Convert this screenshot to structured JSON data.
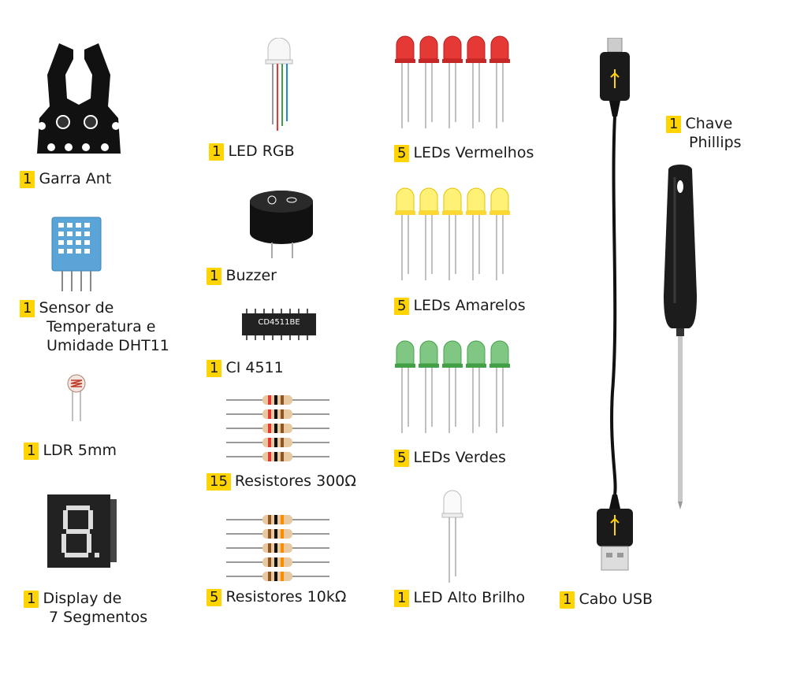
{
  "items": [
    {
      "qty": "1",
      "name": "Garra Ant"
    },
    {
      "qty": "1",
      "line1": "Sensor de",
      "line2": "Temperatura e",
      "line3": "Umidade DHT11"
    },
    {
      "qty": "1",
      "name": "LDR 5mm"
    },
    {
      "qty": "1",
      "line1": "Display de",
      "line2": "7 Segmentos"
    },
    {
      "qty": "1",
      "name": "LED RGB"
    },
    {
      "qty": "1",
      "name": "Buzzer"
    },
    {
      "qty": "1",
      "name": "CI 4511"
    },
    {
      "qty": "15",
      "name": "Resistores 300Ω"
    },
    {
      "qty": "5",
      "name": "Resistores 10kΩ"
    },
    {
      "qty": "5",
      "name": "LEDs Vermelhos"
    },
    {
      "qty": "5",
      "name": "LEDs Amarelos"
    },
    {
      "qty": "5",
      "name": "LEDs Verdes"
    },
    {
      "qty": "1",
      "name": "LED Alto Brilho"
    },
    {
      "qty": "1",
      "name": "Cabo USB"
    },
    {
      "qty": "1",
      "line1": "Chave",
      "line2": "Phillips"
    }
  ],
  "chip_marking": "CD4511BE",
  "colors": {
    "badge": "#ffd400",
    "led_red": "#e53935",
    "led_yellow": "#fff176",
    "led_green": "#66bb6a"
  }
}
